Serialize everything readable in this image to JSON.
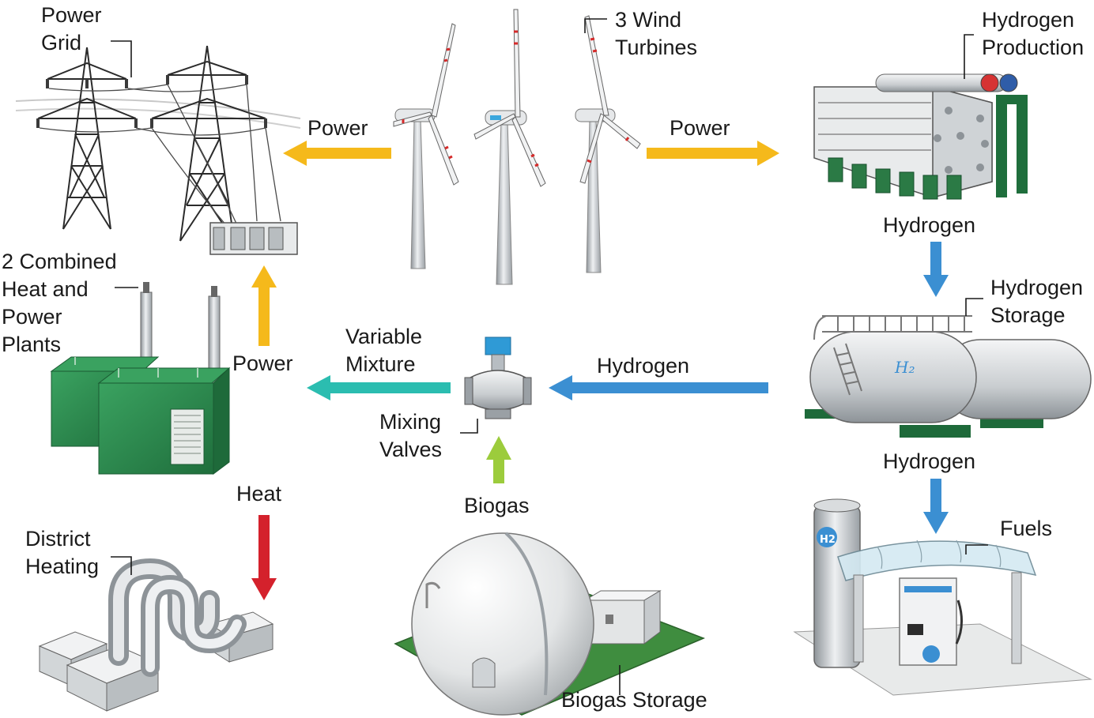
{
  "labels": {
    "power_grid": [
      "Power",
      "Grid"
    ],
    "wind_turbines": [
      "3 Wind",
      "Turbines"
    ],
    "hydrogen_production": [
      "Hydrogen",
      "Production"
    ],
    "chp_plants": [
      "2 Combined",
      "Heat and",
      "Power",
      "Plants"
    ],
    "hydrogen_storage": [
      "Hydrogen",
      "Storage"
    ],
    "mixing_valves": [
      "Mixing",
      "Valves"
    ],
    "variable_mixture": [
      "Variable",
      "Mixture"
    ],
    "district_heating": [
      "District",
      "Heating"
    ],
    "fuels": "Fuels",
    "biogas_storage": "Biogas Storage"
  },
  "flows": {
    "power_left": "Power",
    "power_right": "Power",
    "power_up": "Power",
    "heat": "Heat",
    "biogas": "Biogas",
    "hydrogen_down_1": "Hydrogen",
    "hydrogen_down_2": "Hydrogen",
    "hydrogen_left": "Hydrogen"
  },
  "colors": {
    "power": "#f5b91b",
    "hydrogen": "#3b8fd2",
    "mixture": "#2bbdb0",
    "biogas": "#9ccc3c",
    "heat": "#d4212c",
    "chp_green": "#2e8a4e",
    "ground_green": "#3f8d3f"
  },
  "icons": {
    "h2_tank_mark": "H₂",
    "h2_station_mark": "H2"
  }
}
